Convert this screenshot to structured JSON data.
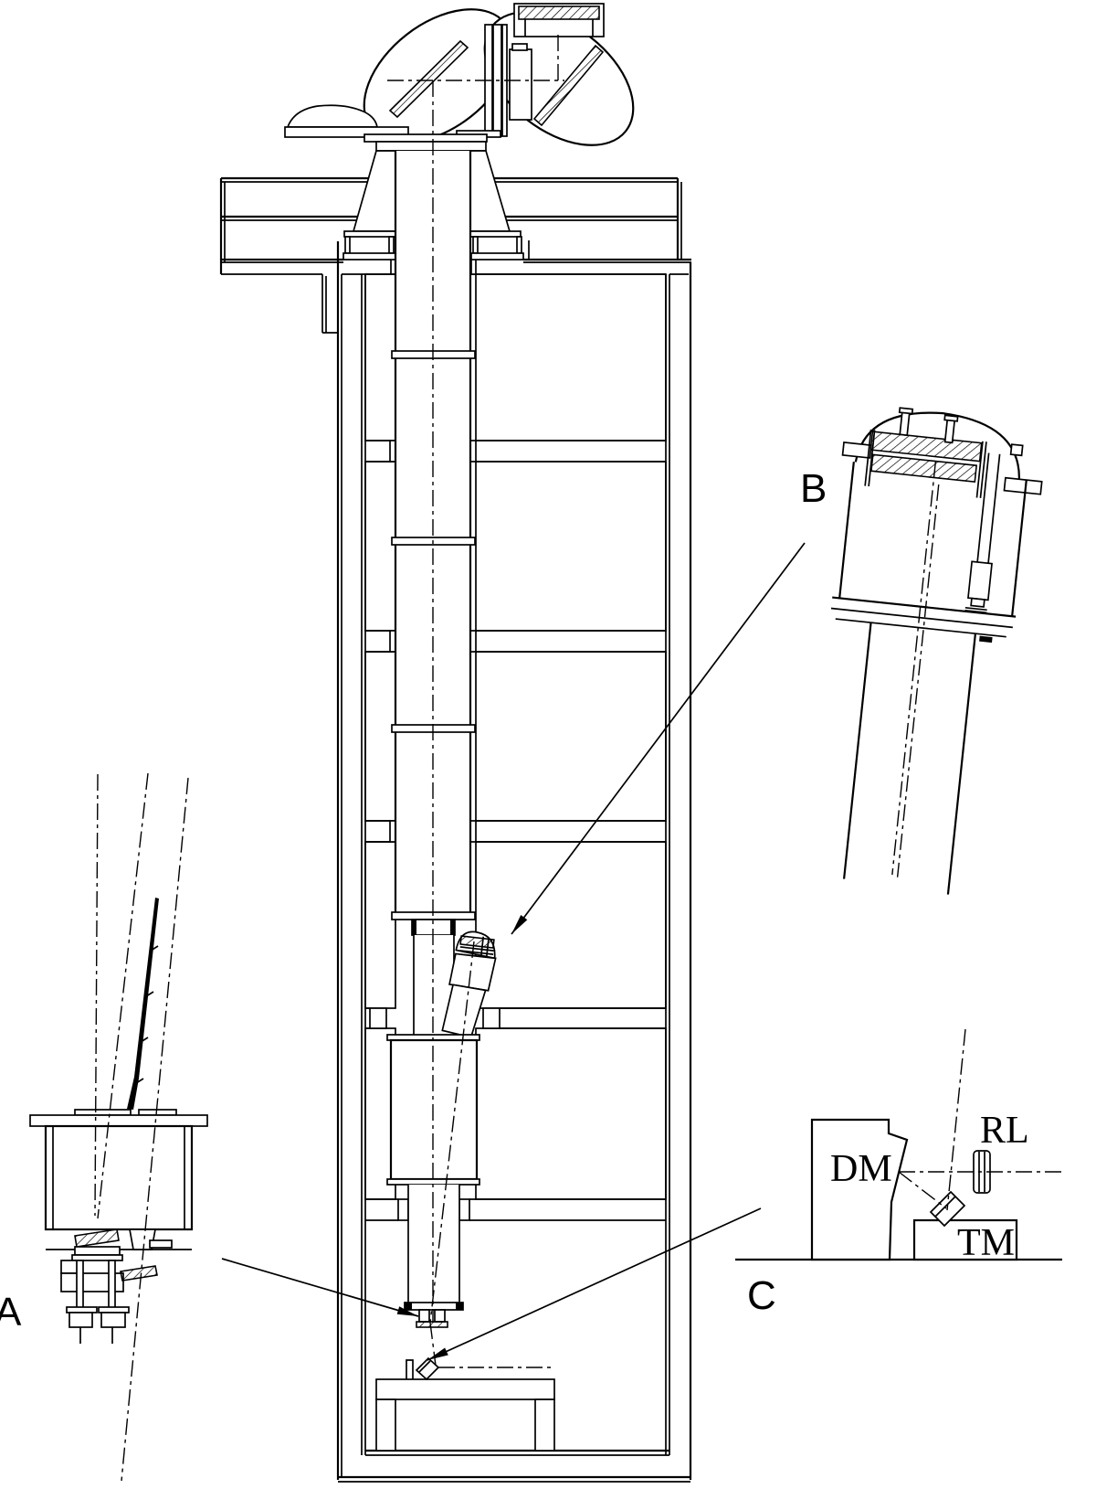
{
  "drawing": {
    "background_color": "#ffffff",
    "ink_color": "#000000",
    "detail_labels": {
      "a": "A",
      "b": "B",
      "c": "C"
    },
    "component_labels": {
      "dm": "DM",
      "rl": "RL",
      "tm": "TM"
    }
  }
}
